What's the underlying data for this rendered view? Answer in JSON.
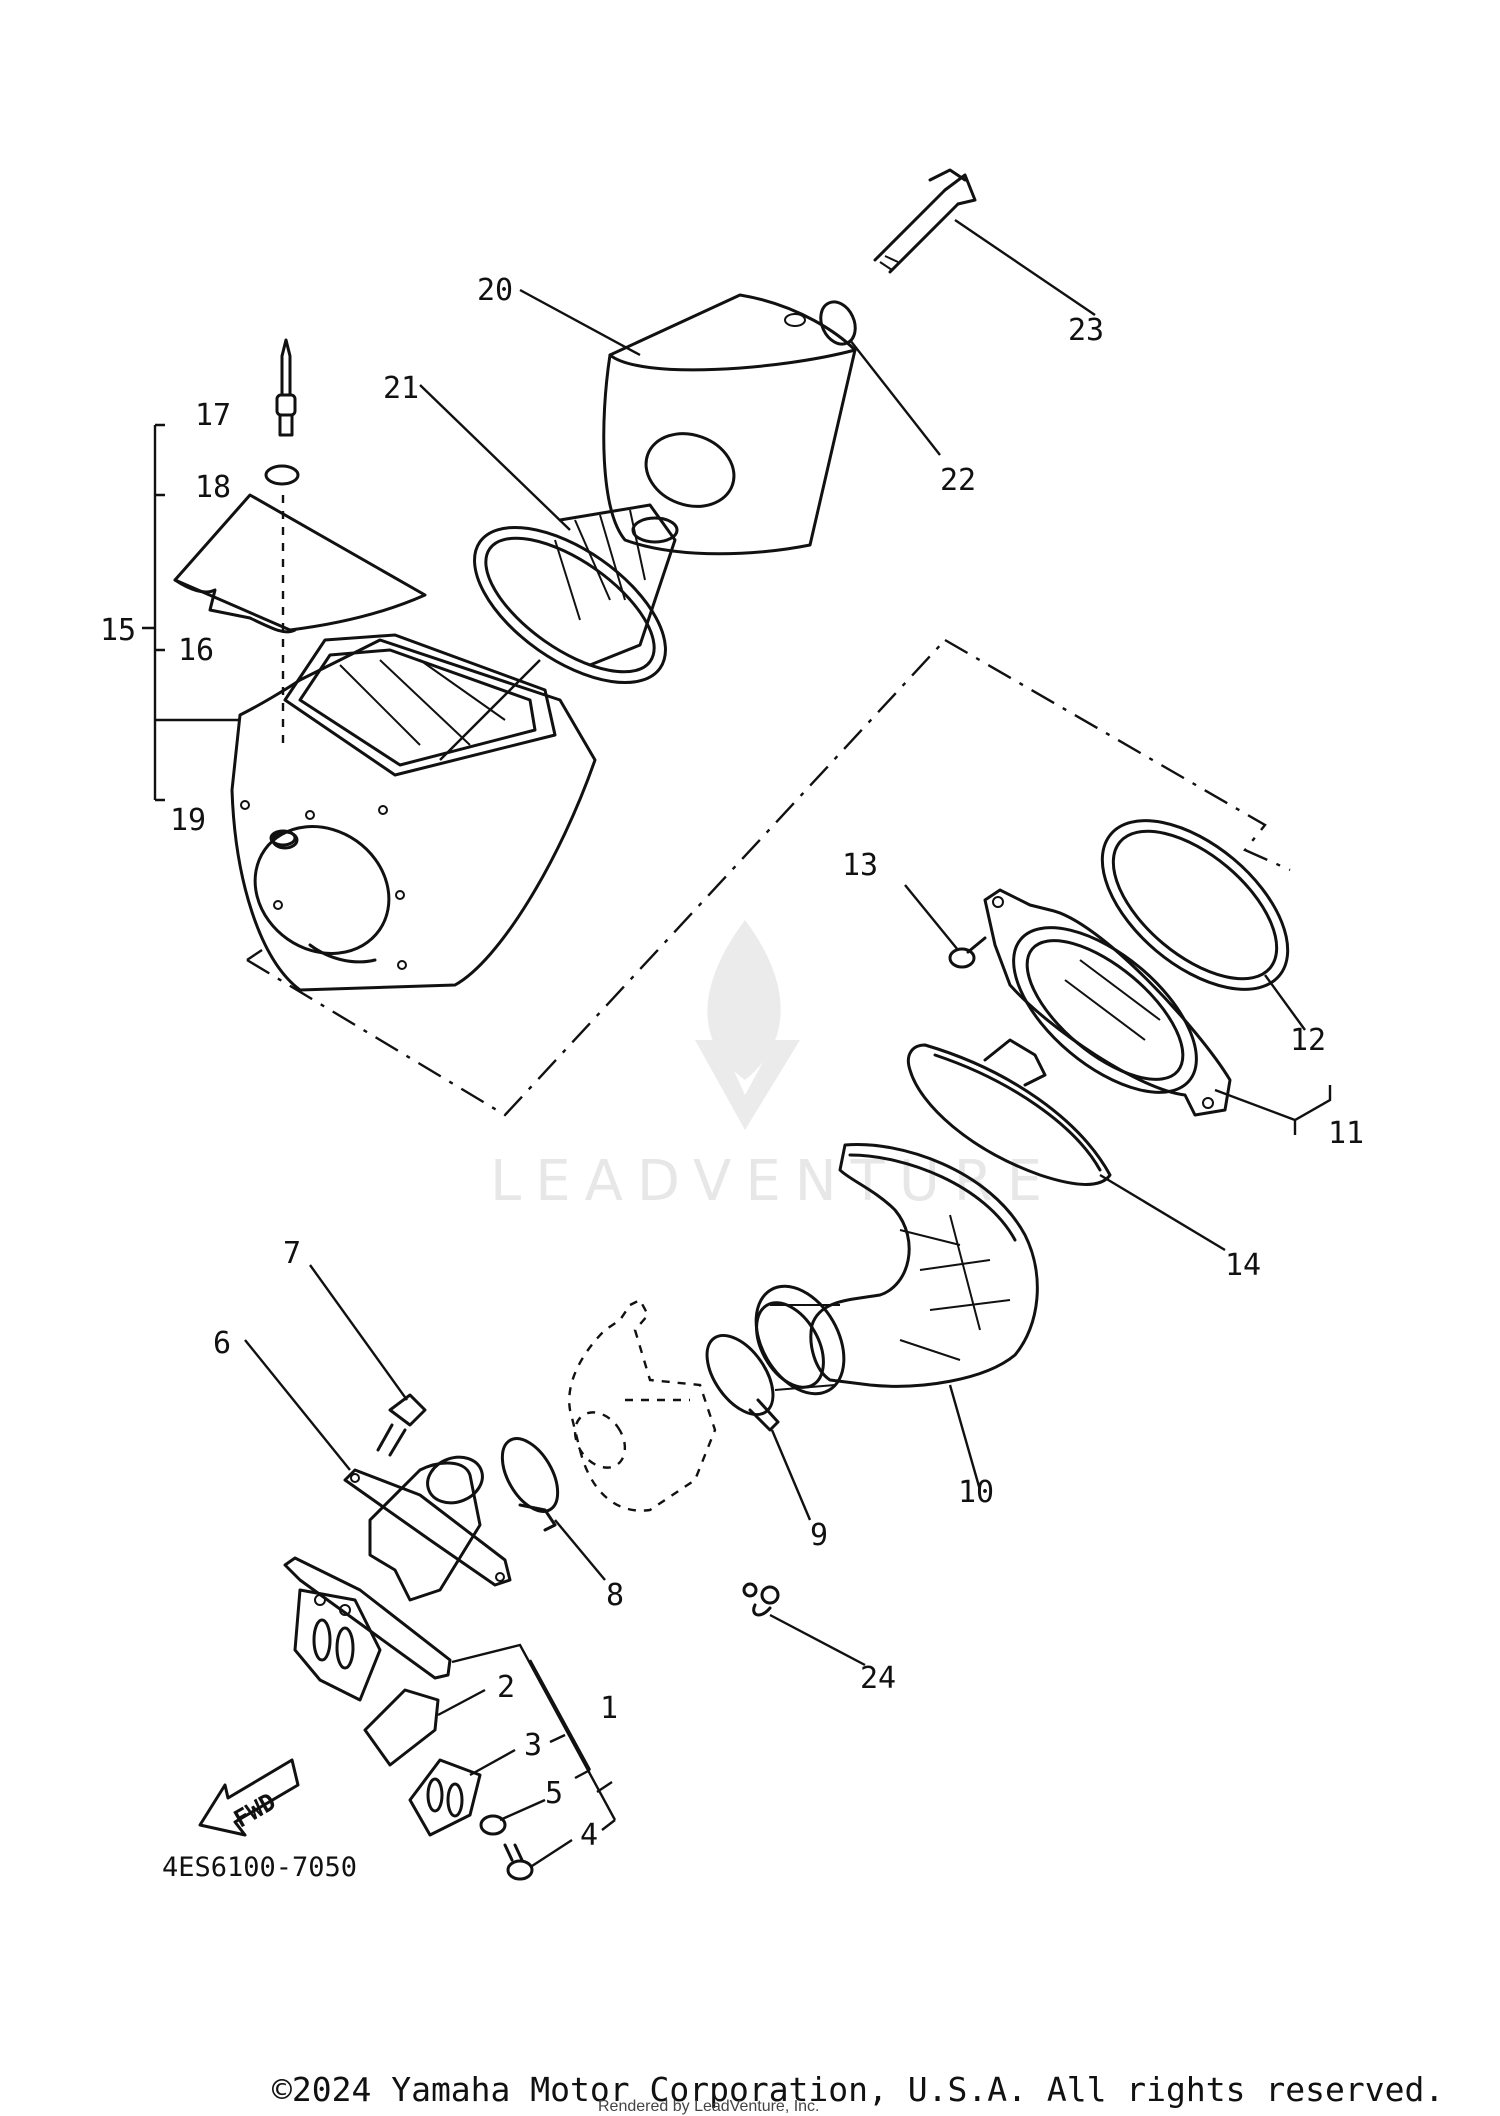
{
  "callouts": [
    "1",
    "2",
    "3",
    "4",
    "5",
    "6",
    "7",
    "8",
    "9",
    "10",
    "11",
    "12",
    "13",
    "14",
    "15",
    "16",
    "17",
    "18",
    "19",
    "20",
    "21",
    "22",
    "23",
    "24"
  ],
  "fwd_label": "FWD",
  "catalog_code": "4ES6100-7050",
  "watermark_text": "LEADVENTURE",
  "copyright": "©2024 Yamaha Motor Corporation, U.S.A. All rights reserved.",
  "rendered_by": "Rendered by LeadVenture, Inc.",
  "colors": {
    "line": "#111111",
    "watermark": "#e5e5e5",
    "background": "#ffffff"
  }
}
